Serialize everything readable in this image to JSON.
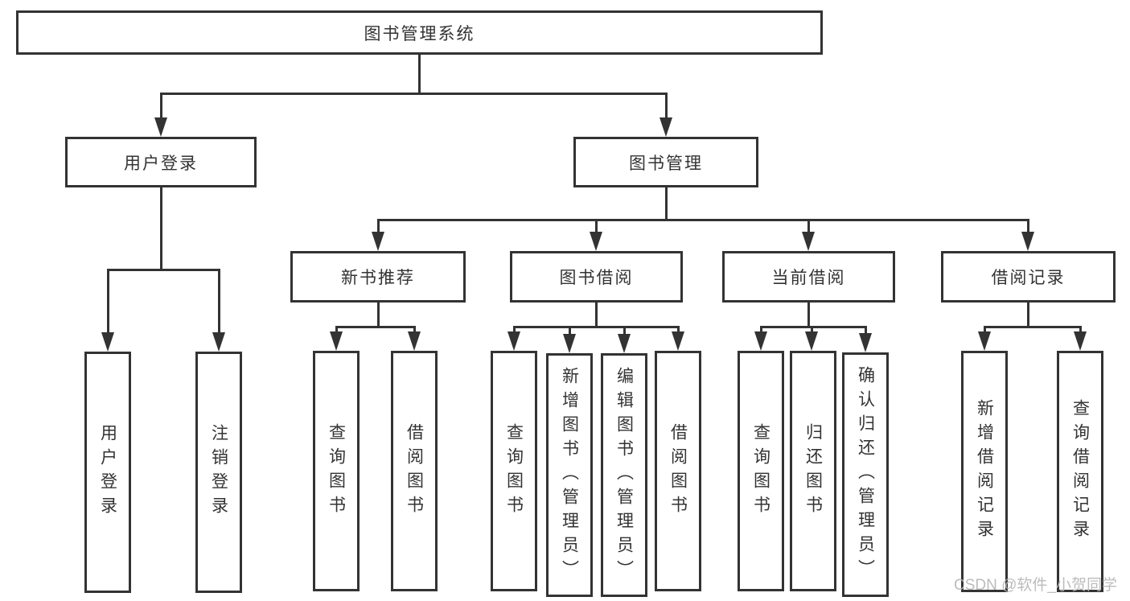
{
  "title": "图书管理系统",
  "nodes": {
    "root": "图书管理系统",
    "user_login": "用户登录",
    "book_management": "图书管理",
    "new_book_recommend": "新书推荐",
    "book_borrowing": "图书借阅",
    "current_borrowing": "当前借阅",
    "borrowing_records": "借阅记录"
  },
  "leaves": [
    {
      "label": "用户登录"
    },
    {
      "label": "注销登录"
    },
    {
      "label": "查询图书"
    },
    {
      "label": "借阅图书"
    },
    {
      "label": "查询图书"
    },
    {
      "label": "新增图书（管理员）"
    },
    {
      "label": "编辑图书（管理员）"
    },
    {
      "label": "借阅图书"
    },
    {
      "label": "查询图书"
    },
    {
      "label": "归还图书"
    },
    {
      "label": "确认归还（管理员）"
    },
    {
      "label": "新增借阅记录"
    },
    {
      "label": "查询借阅记录"
    }
  ],
  "watermark": "CSDN @软件_小贺同学",
  "colors": {
    "line": "#333333",
    "text": "#333333",
    "background": "#ffffff",
    "watermark": "#b5b5b5"
  }
}
